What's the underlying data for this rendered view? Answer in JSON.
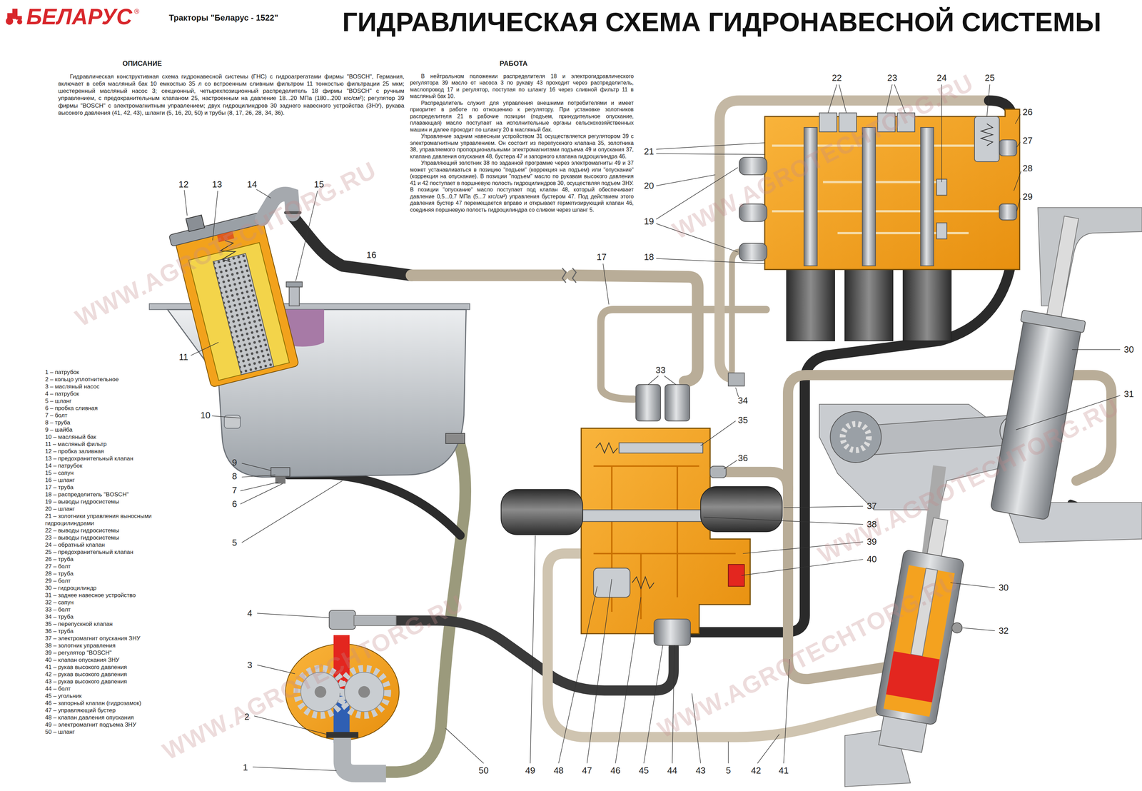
{
  "diagram": {
    "title": "ГИДРАВЛИЧЕСКАЯ СХЕМА ГИДРОНАВЕСНОЙ СИСТЕМЫ",
    "labels": [
      "БЕЛАРУС",
      "®",
      "Тракторы \"Беларус - 1522\"",
      "ОПИСАНИЕ",
      "Гидравлическая конструктивная схема гидронавесной системы (ГНС) с гидроагрегатами фирмы \"BOSCH\", Германия, включает в себя масляный бак 10 емкостью 35 л со встроенным сливным фильтром 11 тонкостью фильтрации 25 мкм; шестеренный масляный насос 3; секционный, четырехпозиционный распределитель 18 фирмы \"BOSCH\" с ручным управлением, с предохранительным клапаном 25, настроенным на давление 18...20 МПа (180...200 кгс/см²); регулятор 39 фирмы \"BOSCH\" с электромагнитным управлением; двух гидроцилиндров 30 заднего навесного устройства (ЗНУ), рукава высокого давления (41, 42, 43), шланги (5, 16, 20, 50) и трубы (8, 17, 26, 28, 34, 36).",
      "РАБОТА",
      "В нейтральном положении распределителя 18 и электрогидравлического регулятора 39 масло от насоса 3 по рукаву 43 проходит через распределитель, маслопровод 17 и регулятор, поступая по шлангу 16 через сливной фильтр 11 в масляный бак 10.",
      "Распределитель служит для управления внешними потребителями и имеет приоритет в работе по отношению к регулятору. При установке золотников распределителя 21 в рабочие позиции (подъем, принудительное опускание, плавающая) масло поступает на исполнительные органы сельскохозяйственных машин и далее проходит по шлангу 20 в масляный бак.",
      "Управление задним навесным устройством 31 осуществляется регулятором 39 с электромагнитным управлением. Он состоит из перепускного клапана 35, золотника 38, управляемого пропорциональными электромагнитами подъема 49 и опускания 37, клапана давления опускания 48, бустера 47 и запорного клапана гидроцилиндра 46.",
      "Управляющий золотник 38 по заданной программе через электромагниты 49 и 37 может устанавливаться в позицию \"подъем\" (коррекция на подъем) или \"опускание\" (коррекция на опускание). В позиции \"подъем\" масло по рукавам высокого давления 41 и 42 поступает в поршневую полость гидроцилиндров 30, осуществляя подъем ЗНУ. В позиции \"опускание\" масло поступает под клапан 48, который обеспечивает давление 0,5...0,7 МПа (5...7 кгс/см²) управления бустером 47. Под действием этого давления бустер 47 перемещается вправо и открывает герметизирующий клапан 46, соединяя поршневую полость гидроцилиндра со сливом через шланг 5.",
      "22",
      "23",
      "24",
      "25",
      "26",
      "27",
      "21",
      "28",
      "12",
      "13",
      "14",
      "15",
      "20",
      "29",
      "19",
      "17",
      "18",
      "16",
      "30",
      "11",
      "33",
      "31",
      "34",
      "10",
      "35",
      "36",
      "9",
      "8",
      "7",
      "6",
      "37",
      "38",
      "5",
      "39",
      "40",
      "30",
      "4",
      "32",
      "3",
      "2",
      "1",
      "50",
      "49",
      "48",
      "47",
      "46",
      "45",
      "44",
      "43",
      "5",
      "42",
      "41",
      "1 – патрубок",
      "2 – кольцо уплотнительное",
      "3 – масляный насос",
      "4 – патрубок",
      "5 – шланг",
      "6 – пробка сливная",
      "7 – болт",
      "8 – труба",
      "9 – шайба",
      "10 – масляный бак",
      "11 – масляный фильтр",
      "12 – пробка заливная",
      "13 – предохранительный клапан",
      "14 – патрубок",
      "15 – сапун",
      "16 – шланг",
      "17 – труба",
      "18 – распределитель \"BOSCH\"",
      "19 – выводы гидросистемы",
      "20 – шланг",
      "21 – золотники управления выносными гидроцилиндрами",
      "22 – выводы гидросистемы",
      "23 – выводы гидросистемы",
      "24 – обратный клапан",
      "25 – предохранительный клапан",
      "26 – труба",
      "27 – болт",
      "28 – труба",
      "29 – болт",
      "30 – гидроцилиндр",
      "31 – заднее навесное устройство",
      "32 – сапун",
      "33 – болт",
      "34 – труба",
      "35 – перепускной клапан",
      "36 – труба",
      "37 – электромагнит опускания ЗНУ",
      "38 – золотник управления",
      "39 – регулятор \"BOSCH\"",
      "40 – клапан опускания ЗНУ",
      "41 – рукав высокого давления",
      "42 – рукав высокого давления",
      "43 – рукав высокого давления",
      "44 – болт",
      "45 – угольник",
      "46 – запорный клапан (гидрозамок)",
      "47 – управляющий бустер",
      "48 – клапан давления опускания",
      "49 – электромагнит подъема ЗНУ",
      "50 – шланг",
      "WWW.AGROTECHTORG.RU",
      "WWW.AGROTECHTORG.RU",
      "WWW.AGROTECHTORG.RU",
      "WWW.AGROTECHTORG.RU",
      "WWW.AGROTECHTORG.RU"
    ]
  }
}
